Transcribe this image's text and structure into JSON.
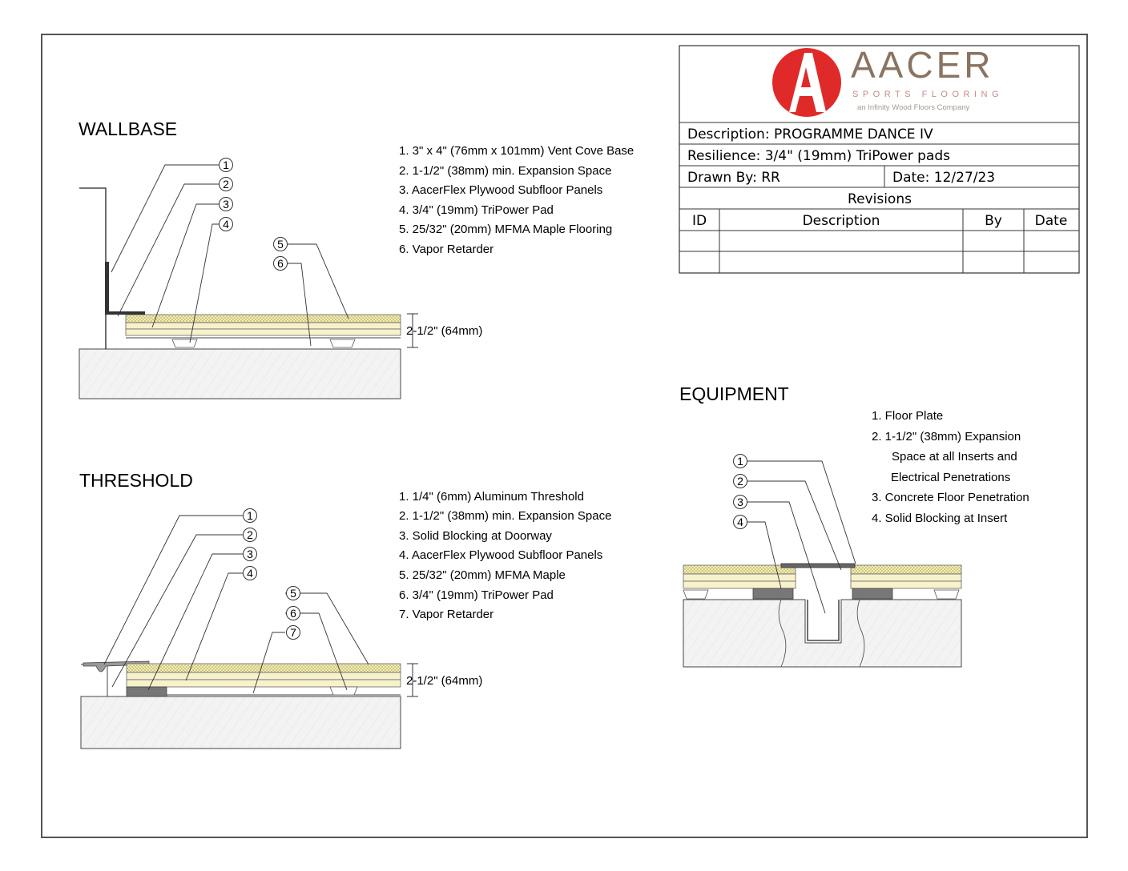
{
  "brand": {
    "name": "AACER",
    "tagline": "SPORTS FLOORING",
    "subtitle": "an Infinity Wood Floors Company",
    "red": "#e02a2a",
    "brown": "#8a7360"
  },
  "title_block": {
    "description": "Description: PROGRAMME DANCE IV",
    "resilience": "Resilience: 3/4\" (19mm) TriPower pads",
    "drawn_by": "Drawn By: RR",
    "date": "Date: 12/27/23",
    "revisions_title": "Revisions",
    "col_id": "ID",
    "col_description": "Description",
    "col_by": "By",
    "col_date": "Date"
  },
  "wallbase": {
    "title": "WALLBASE",
    "dimension": "2-1/2\" (64mm)",
    "callouts": [
      "1",
      "2",
      "3",
      "4",
      "5",
      "6"
    ],
    "notes": [
      "1.  3\" x 4\" (76mm x 101mm) Vent Cove Base",
      "2.  1-1/2\" (38mm) min. Expansion Space",
      "3.  AacerFlex Plywood Subfloor Panels",
      "4.  3/4\" (19mm) TriPower Pad",
      "5.  25/32\" (20mm) MFMA Maple Flooring",
      "6.  Vapor Retarder"
    ]
  },
  "threshold": {
    "title": "THRESHOLD",
    "dimension": "2-1/2\" (64mm)",
    "callouts": [
      "1",
      "2",
      "3",
      "4",
      "5",
      "6",
      "7"
    ],
    "notes": [
      "1.  1/4\" (6mm) Aluminum Threshold",
      "2.  1-1/2\" (38mm) min. Expansion Space",
      "3.  Solid Blocking at Doorway",
      "4.  AacerFlex Plywood Subfloor Panels",
      "5.  25/32\" (20mm) MFMA Maple",
      "6.  3/4\" (19mm) TriPower Pad",
      "7.  Vapor Retarder"
    ]
  },
  "equipment": {
    "title": "EQUIPMENT",
    "callouts": [
      "1",
      "2",
      "3",
      "4"
    ],
    "notes": [
      "1.  Floor Plate",
      "2. 1-1/2\" (38mm) Expansion",
      "Space at all Inserts and",
      "Electrical Penetrations",
      "3.  Concrete Floor Penetration",
      "4.  Solid Blocking at Insert"
    ]
  },
  "colors": {
    "maple": "#f2ecb6",
    "plywood": "#f7f2cc",
    "blocking": "#777777",
    "concrete": "#f3f3f3"
  }
}
